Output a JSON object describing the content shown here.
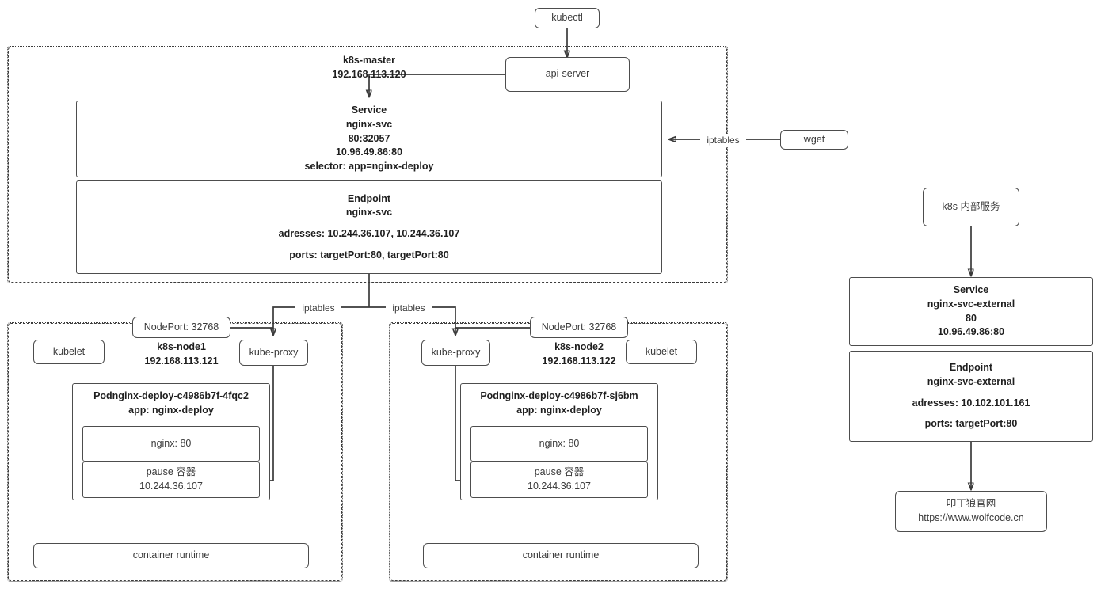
{
  "diagram": {
    "title": "Kubernetes Service / Endpoint network topology",
    "accent_color": "#3a3a3a",
    "background": "#ffffff"
  },
  "external": {
    "kubectl": "kubectl",
    "wget": "wget",
    "internal_service": "k8s 内部服务",
    "website_name": "叩丁狼官网",
    "website_url": "https://www.wolfcode.cn"
  },
  "master": {
    "name": "k8s-master",
    "ip": "192.168.113.120",
    "api_server": "api-server",
    "service": {
      "kind": "Service",
      "name": "nginx-svc",
      "ports": "80:32057",
      "cluster_ip": "10.96.49.86:80",
      "selector": "selector: app=nginx-deploy"
    },
    "endpoint": {
      "kind": "Endpoint",
      "name": "nginx-svc",
      "addresses": "adresses: 10.244.36.107, 10.244.36.107",
      "ports": "ports: targetPort:80, targetPort:80"
    }
  },
  "nodes": [
    {
      "name": "k8s-node1",
      "ip": "192.168.113.121",
      "nodeport": "NodePort: 32768",
      "kubelet": "kubelet",
      "kube_proxy": "kube-proxy",
      "container_runtime": "container runtime",
      "pod": {
        "name": "Podnginx-deploy-c4986b7f-4fqc2",
        "label": "app: nginx-deploy",
        "container_main": "nginx: 80",
        "container_pause": "pause 容器",
        "pause_ip": "10.244.36.107"
      }
    },
    {
      "name": "k8s-node2",
      "ip": "192.168.113.122",
      "nodeport": "NodePort: 32768",
      "kubelet": "kubelet",
      "kube_proxy": "kube-proxy",
      "container_runtime": "container runtime",
      "pod": {
        "name": "Podnginx-deploy-c4986b7f-sj6bm",
        "label": "app: nginx-deploy",
        "container_main": "nginx: 80",
        "container_pause": "pause 容器",
        "pause_ip": "10.244.36.107"
      }
    }
  ],
  "external_service": {
    "service": {
      "kind": "Service",
      "name": "nginx-svc-external",
      "ports": "80",
      "cluster_ip": "10.96.49.86:80"
    },
    "endpoint": {
      "kind": "Endpoint",
      "name": "nginx-svc-external",
      "addresses": "adresses: 10.102.101.161",
      "ports": "ports: targetPort:80"
    }
  },
  "edges": {
    "iptables_wget": "iptables",
    "iptables_node1": "iptables",
    "iptables_node2": "iptables"
  }
}
